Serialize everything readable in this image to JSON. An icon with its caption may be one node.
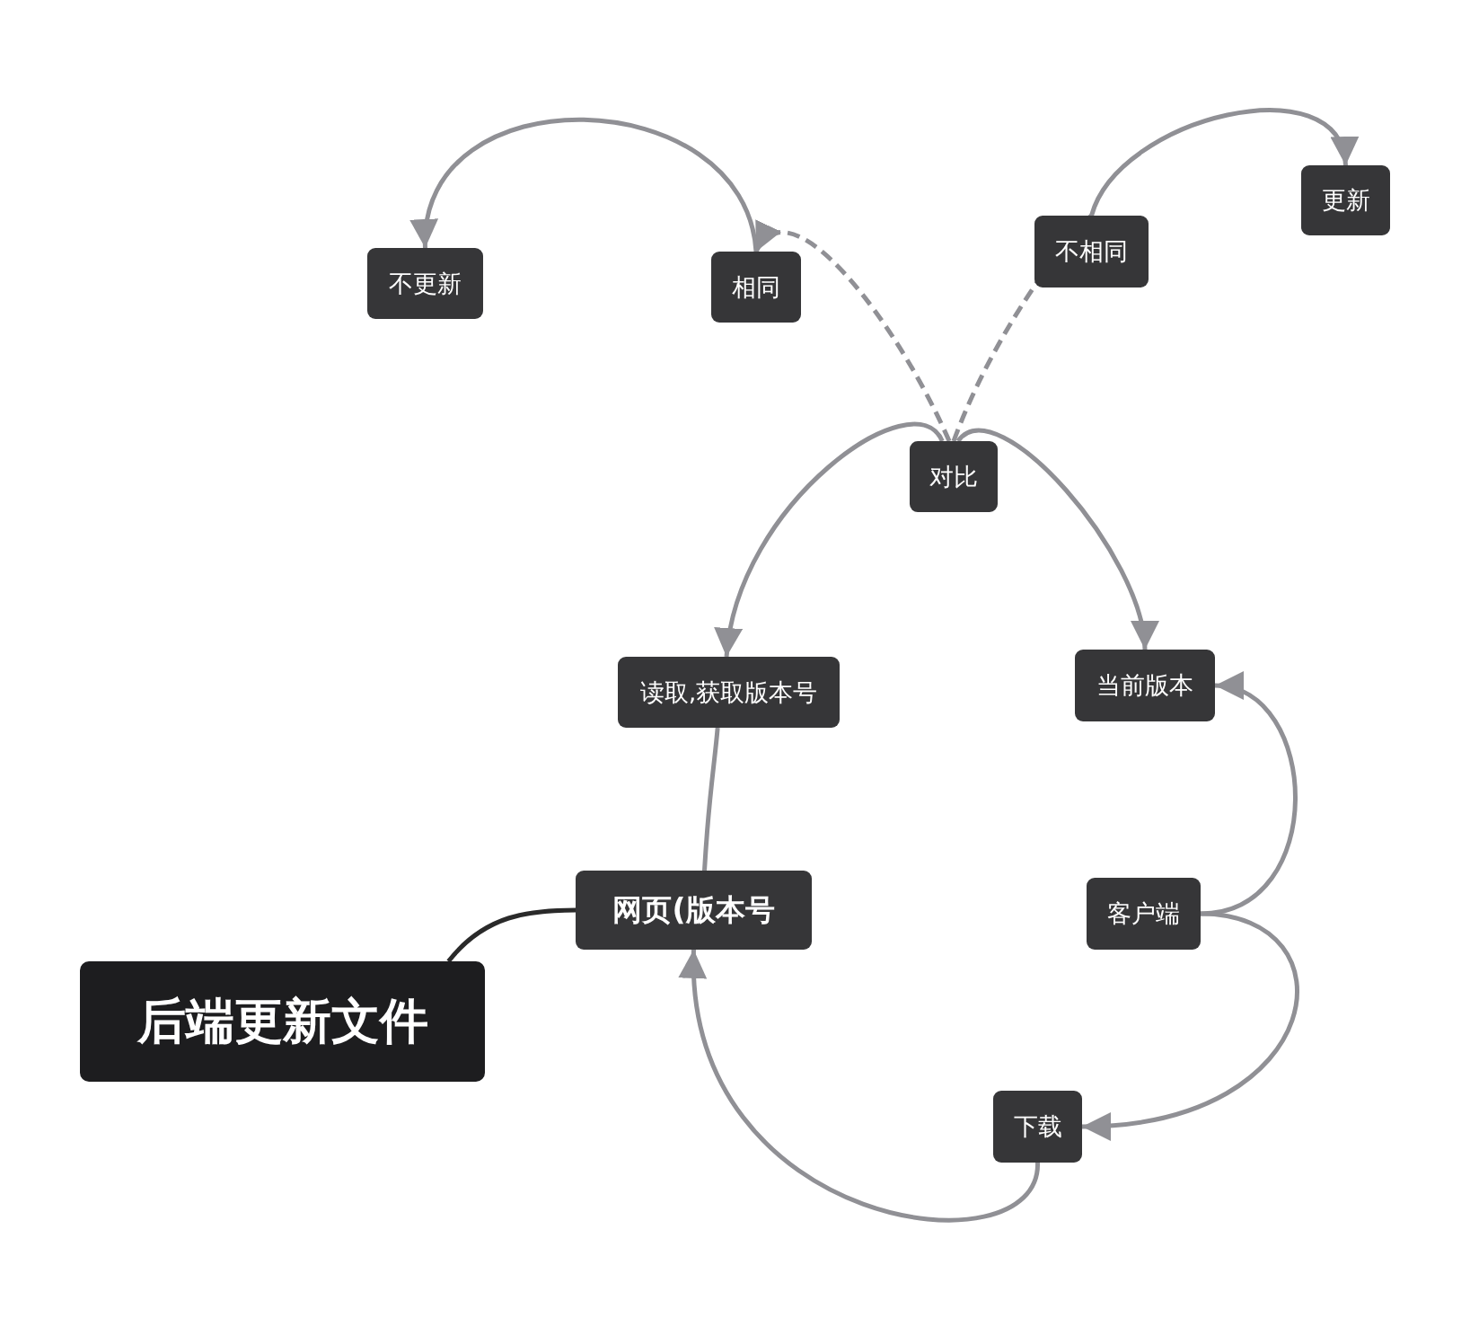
{
  "diagram": {
    "nodes": [
      {
        "text": [
          "后端更新文件"
        ]
      },
      {
        "text": [
          "网页(版本号"
        ]
      },
      {
        "text": [
          "读取,获取版本号"
        ]
      },
      {
        "text": [
          "对比"
        ]
      },
      {
        "text": [
          "当前版本"
        ]
      },
      {
        "text": [
          "客户端"
        ]
      },
      {
        "text": [
          "下载"
        ]
      },
      {
        "text": [
          "相同"
        ]
      },
      {
        "text": [
          "不更新"
        ]
      },
      {
        "text": [
          "不相同"
        ]
      },
      {
        "text": [
          "更新"
        ]
      }
    ],
    "edges": [
      {
        "from": 0,
        "to": 1,
        "arrow": "none",
        "color": "#2a2a2a"
      },
      {
        "from": 1,
        "to": 2,
        "arrow": "none"
      },
      {
        "from": 3,
        "to": 2,
        "arrow": "to"
      },
      {
        "from": 3,
        "to": 4,
        "arrow": "to"
      },
      {
        "from": 5,
        "to": 4,
        "arrow": "to"
      },
      {
        "from": 5,
        "to": 6,
        "arrow": "to"
      },
      {
        "from": 6,
        "to": 1,
        "arrow": "to"
      },
      {
        "from": 3,
        "to": 7,
        "arrow": "to",
        "style": "dashed"
      },
      {
        "from": 7,
        "to": 8,
        "arrow": "to"
      },
      {
        "from": 3,
        "to": 9,
        "arrow": "to",
        "style": "dashed"
      },
      {
        "from": 9,
        "to": 10,
        "arrow": "to"
      }
    ]
  }
}
